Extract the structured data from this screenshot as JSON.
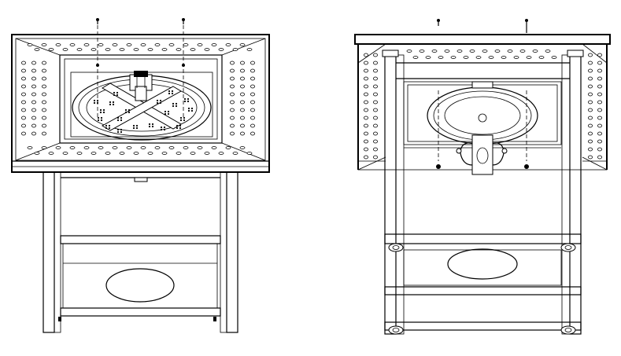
{
  "figure": {
    "views": [
      {
        "id": "left-view",
        "parts": [
          "frame-top",
          "fire-bowl",
          "burner-cross",
          "ignition-box",
          "screws",
          "legs",
          "lower-shelf",
          "tank-opening"
        ]
      },
      {
        "id": "right-view",
        "parts": [
          "frame-top",
          "burner-ring",
          "control-valve",
          "screws",
          "legs",
          "lower-shelf",
          "tank-opening",
          "leg-feet"
        ]
      }
    ],
    "colors": {
      "line": "#000000",
      "background": "#ffffff"
    }
  }
}
